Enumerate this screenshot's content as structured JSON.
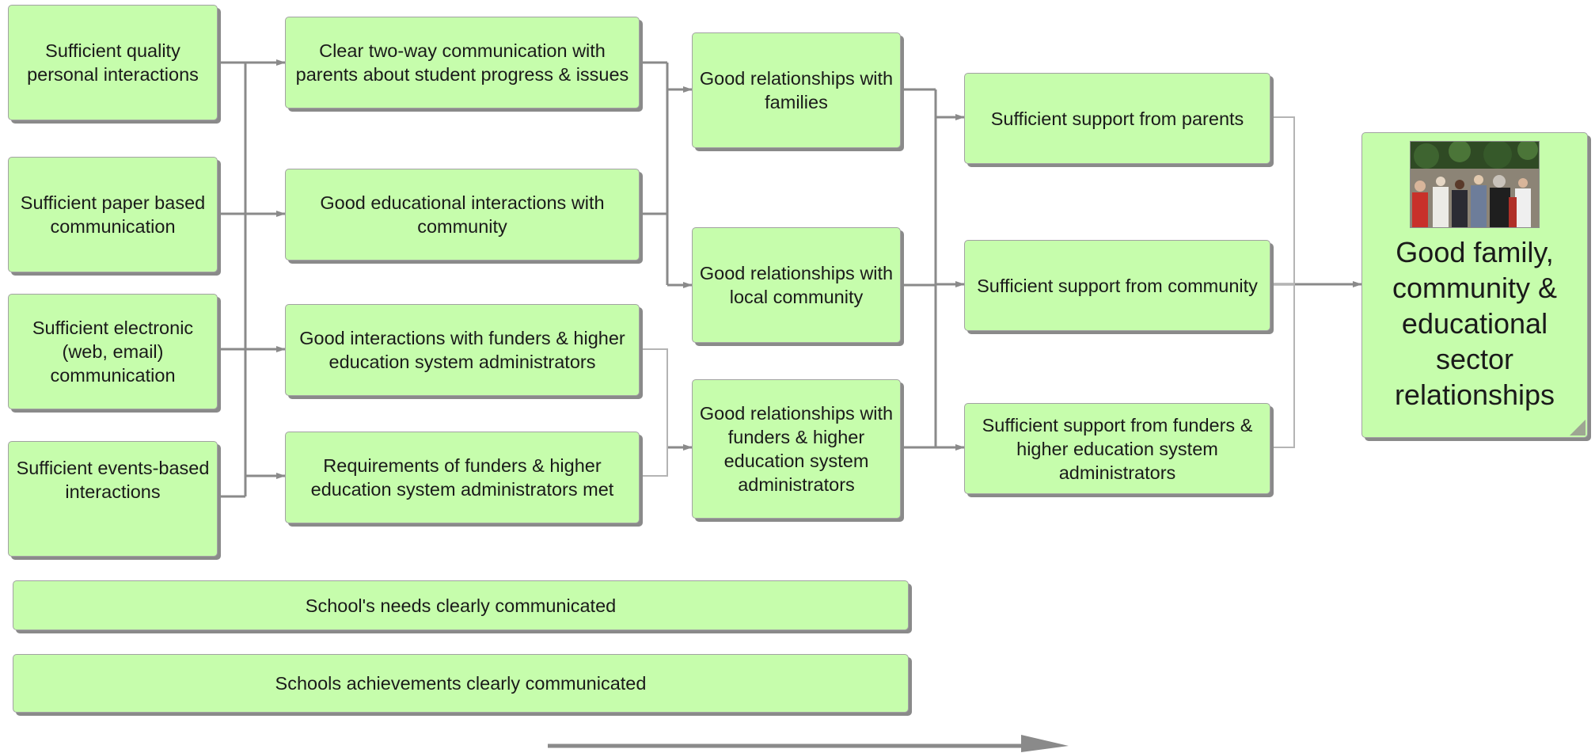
{
  "colors": {
    "node_fill": "#c6fdac",
    "connector": "#8a8a8a",
    "light_connector": "#b4b4b4",
    "text": "#1a1a1a"
  },
  "diagram": {
    "inputs": {
      "quality_interactions": "Sufficient quality personal interactions",
      "paper_comm": "Sufficient paper based communication",
      "electronic_comm": "Sufficient electronic (web, email) communication",
      "events": "Sufficient events-based interactions"
    },
    "mid": {
      "two_way": "Clear two-way communication with parents about student progress & issues",
      "edu_interactions": "Good educational interactions with community",
      "funders_interactions": "Good interactions with funders & higher education system administrators",
      "funders_requirements": "Requirements of funders & higher education system administrators met"
    },
    "relationships": {
      "families": "Good relationships with families",
      "local_community": "Good relationships with local community",
      "funders": "Good relationships with funders & higher education system administrators"
    },
    "support": {
      "parents": "Sufficient support from parents",
      "community": "Sufficient support from community",
      "funders": "Sufficient support from funders & higher education system administrators"
    },
    "outcome": {
      "title": "Good family, community & educational sector relationships",
      "image_icon": "crowd-photo-icon"
    },
    "wide": {
      "needs": "School's needs clearly communicated",
      "achievements": "Schools achievements clearly communicated"
    },
    "timeline_icon": "right-arrow-icon"
  }
}
